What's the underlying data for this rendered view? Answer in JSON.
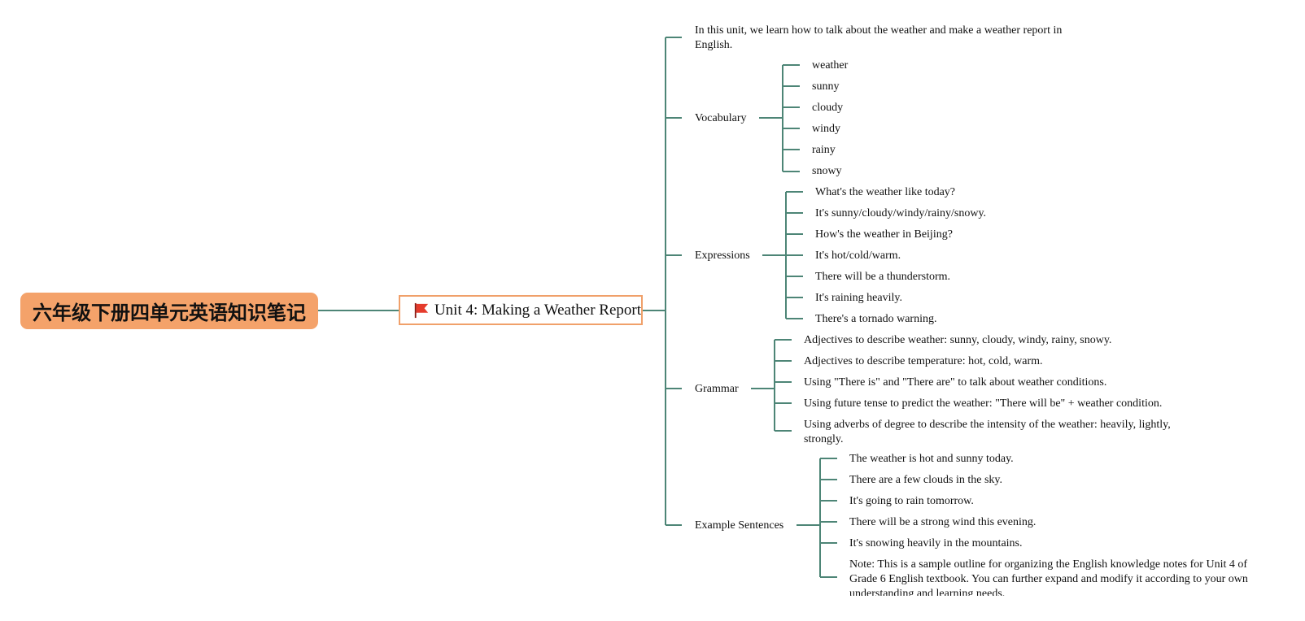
{
  "colors": {
    "connector": "#4d8576",
    "root_fill": "#f4a26a",
    "unit_border": "#f0a06a",
    "flag": "#e53b2c"
  },
  "root": {
    "label": "六年级下册四单元英语知识笔记"
  },
  "unit": {
    "label": "Unit 4: Making a Weather Report",
    "icon": "red-flag-icon"
  },
  "intro": "In this unit, we learn how to talk about the weather and make a weather report in English.",
  "vocabulary": {
    "label": "Vocabulary",
    "items": [
      "weather",
      "sunny",
      "cloudy",
      "windy",
      "rainy",
      "snowy"
    ]
  },
  "expressions": {
    "label": "Expressions",
    "items": [
      "What's the weather like today?",
      "It's sunny/cloudy/windy/rainy/snowy.",
      "How's the weather in Beijing?",
      "It's hot/cold/warm.",
      "There will be a thunderstorm.",
      "It's raining heavily.",
      "There's a tornado warning."
    ]
  },
  "grammar": {
    "label": "Grammar",
    "items": [
      "Adjectives to describe weather: sunny, cloudy, windy, rainy, snowy.",
      "Adjectives to describe temperature: hot, cold, warm.",
      "Using \"There is\" and \"There are\" to talk about weather conditions.",
      "Using future tense to predict the weather: \"There will be\" + weather condition.",
      "Using adverbs of degree to describe the intensity of the weather: heavily, lightly, strongly."
    ]
  },
  "examples": {
    "label": "Example Sentences",
    "items": [
      "The weather is hot and sunny today.",
      "There are a few clouds in the sky.",
      "It's going to rain tomorrow.",
      "There will be a strong wind this evening.",
      "It's snowing heavily in the mountains.",
      "Note: This is a sample outline for organizing the English knowledge notes for Unit 4 of Grade 6 English textbook. You can further expand and modify it according to your own understanding and learning needs."
    ]
  }
}
